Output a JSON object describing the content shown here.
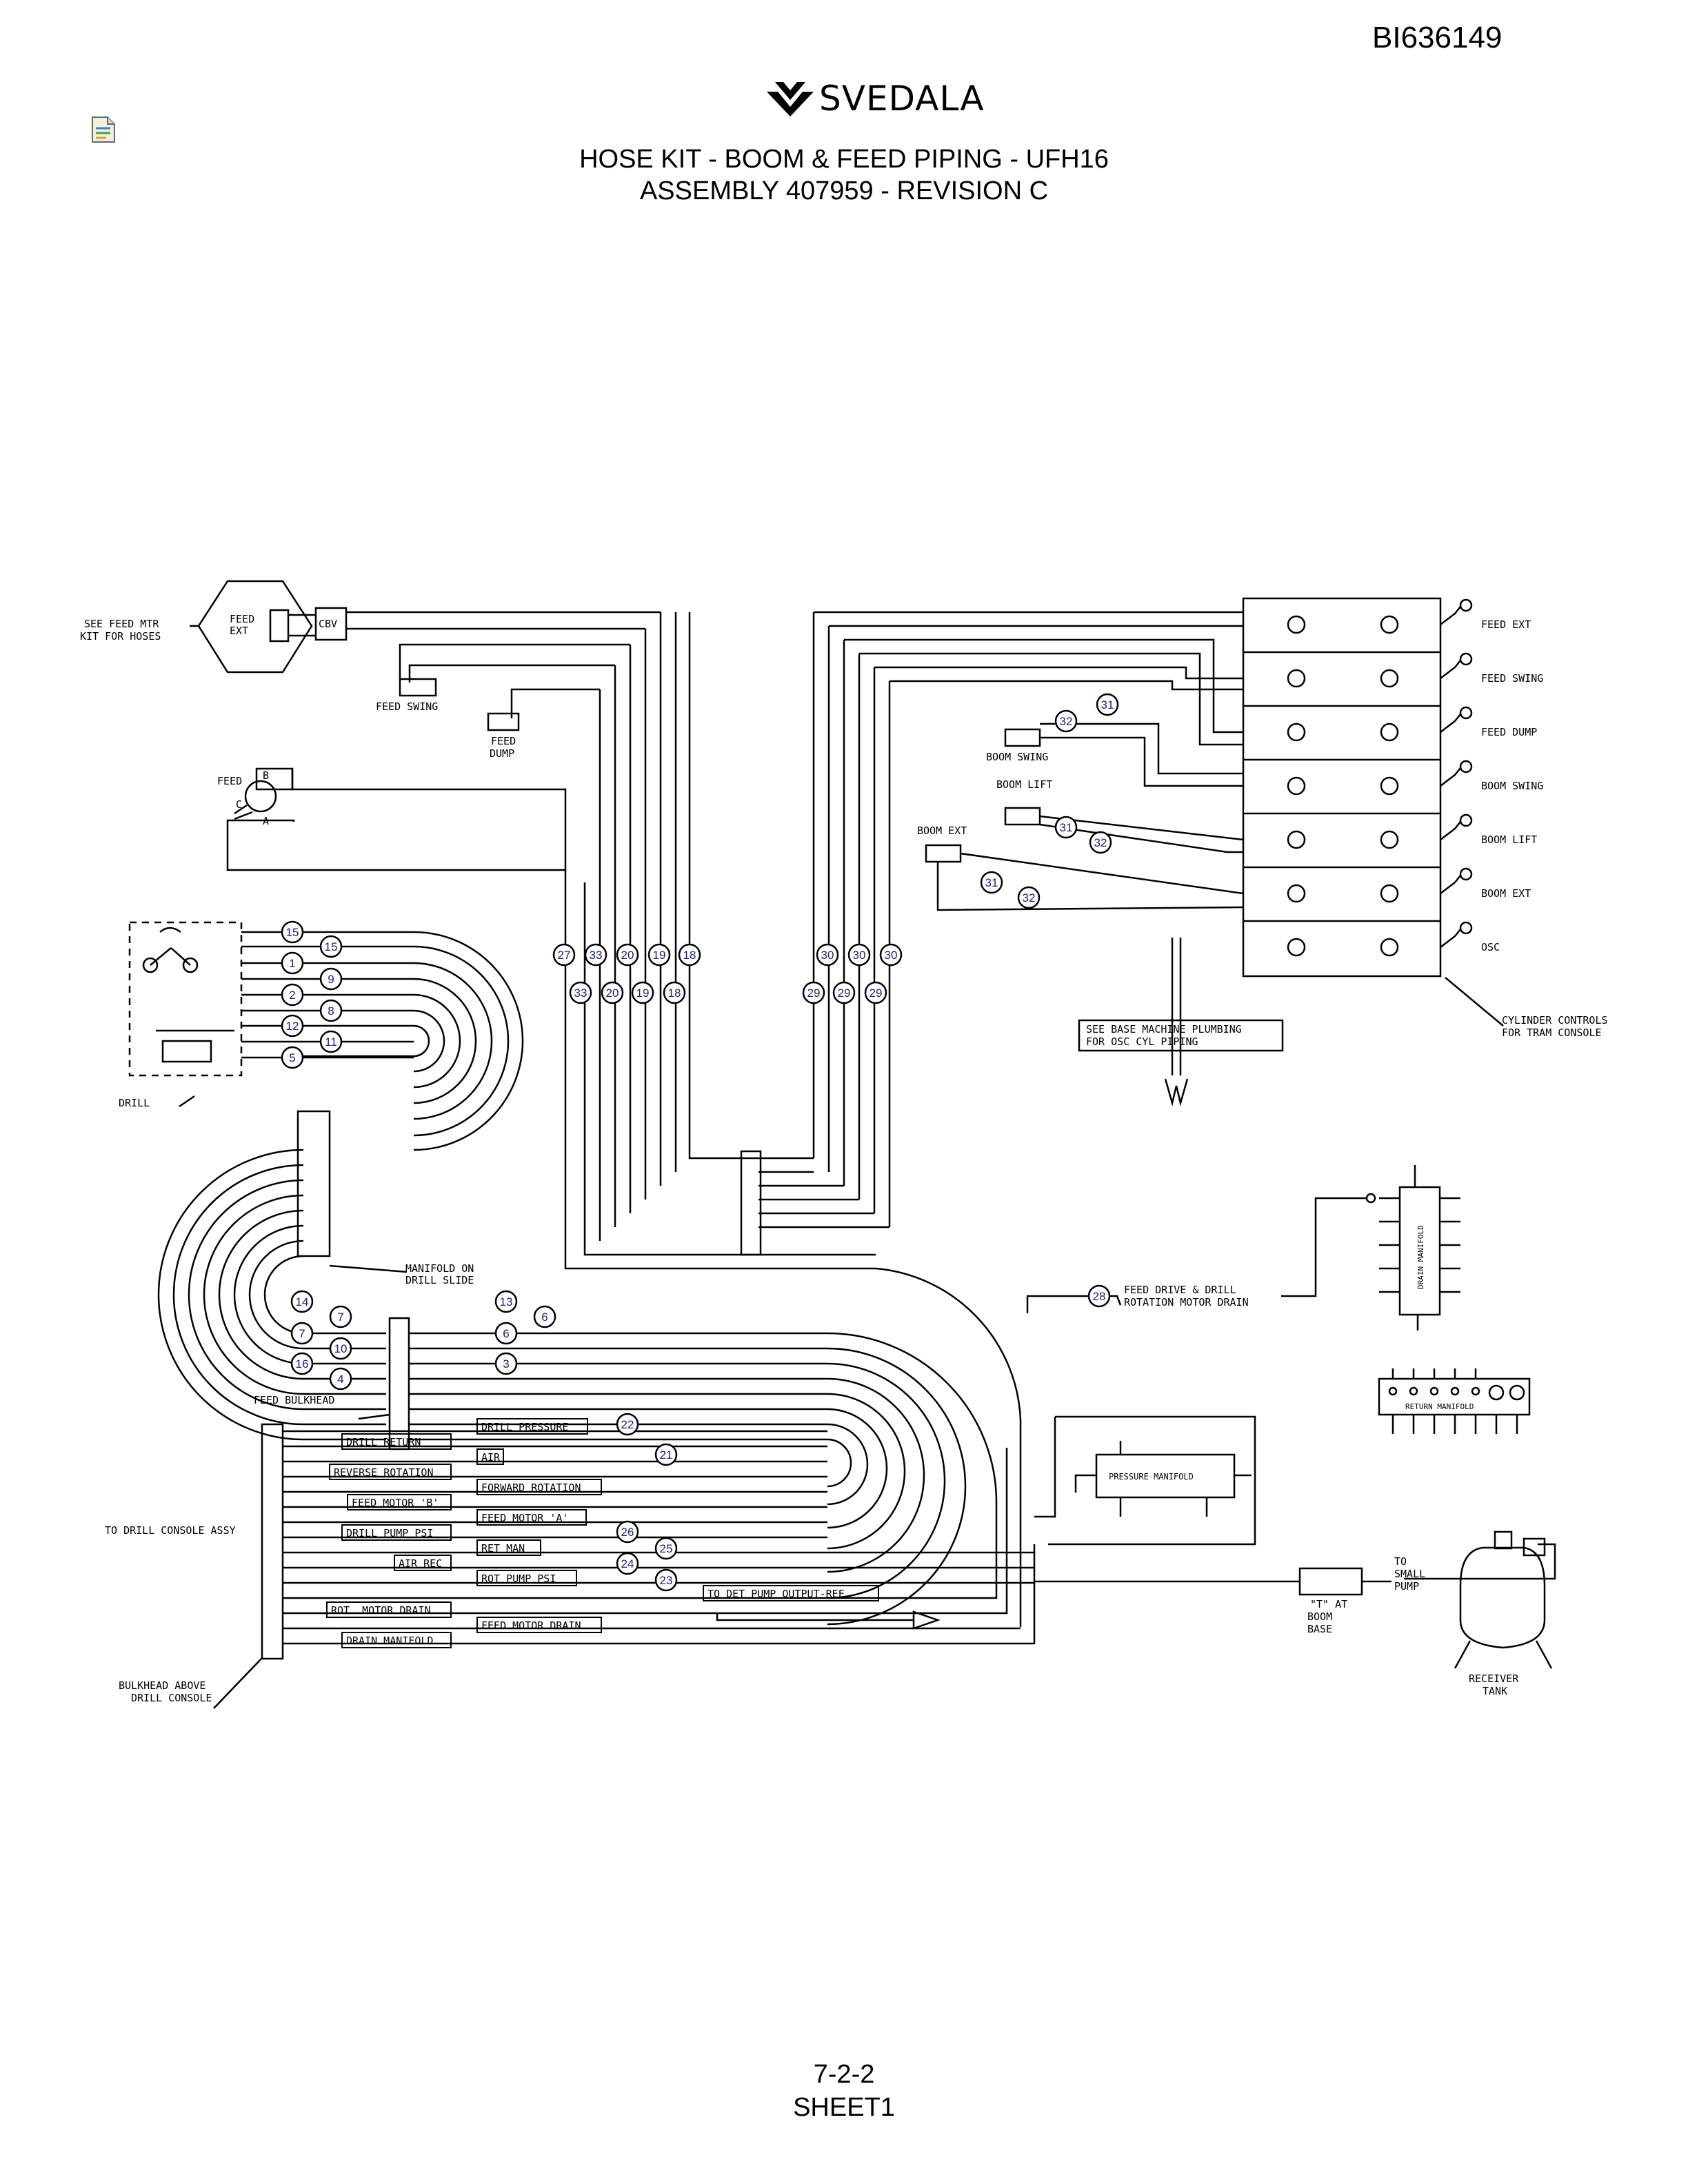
{
  "doc_id": "BI636149",
  "brand": {
    "name": "SVEDALA",
    "logo_icon": "svedala-chevron-logo"
  },
  "title": {
    "line1": "HOSE KIT - BOOM & FEED PIPING - UFH16",
    "line2": "ASSEMBLY 407959 - REVISION C"
  },
  "footer": {
    "page": "7-2-2",
    "sheet": "SHEET1"
  },
  "icons": {
    "document": "document-icon"
  },
  "colors": {
    "line": "#000000",
    "balloon_text": "#1a237e"
  },
  "diagram": {
    "labels": {
      "see_feed_mtr_1": "SEE FEED MTR",
      "see_feed_mtr_2": "KIT FOR HOSES",
      "feed_ext_motor_1": "FEED",
      "feed_ext_motor_2": "EXT",
      "cbv": "CBV",
      "feed_swing_cyl": "FEED SWING",
      "feed_dump_cyl_1": "FEED",
      "feed_dump_cyl_2": "DUMP",
      "feed_motor": "FEED",
      "port_b": "B",
      "port_a": "A",
      "port_c": "C",
      "boom_swing_cyl": "BOOM SWING",
      "boom_lift_cyl": "BOOM LIFT",
      "boom_ext_cyl": "BOOM EXT",
      "drill": "DRILL",
      "manifold_on_1": "MANIFOLD ON",
      "manifold_on_2": "DRILL SLIDE",
      "feed_bulkhead": "FEED BULKHEAD",
      "to_drill_console": "TO DRILL CONSOLE ASSY",
      "bulkhead_above_1": "BULKHEAD ABOVE",
      "bulkhead_above_2": "DRILL CONSOLE",
      "cyl_controls_1": "CYLINDER CONTROLS",
      "cyl_controls_2": "FOR TRAM CONSOLE",
      "see_base_1": "SEE BASE MACHINE PLUMBING",
      "see_base_2": "FOR OSC CYL PIPING",
      "feed_drive_1": "FEED DRIVE & DRILL",
      "feed_drive_2": "ROTATION MOTOR DRAIN",
      "drain_manifold_box": "DRAIN MANIFOLD",
      "return_manifold": "RETURN MANIFOLD",
      "pressure_manifold": "PRESSURE MANIFOLD",
      "to_small_pump_1": "TO",
      "to_small_pump_2": "SMALL",
      "to_small_pump_3": "PUMP",
      "t_at_boom_1": "\"T\" AT",
      "t_at_boom_2": "BOOM",
      "t_at_boom_3": "BASE",
      "receiver_1": "RECEIVER",
      "receiver_2": "TANK"
    },
    "controls": [
      "FEED EXT",
      "FEED SWING",
      "FEED DUMP",
      "BOOM SWING",
      "BOOM LIFT",
      "BOOM EXT",
      "OSC"
    ],
    "console_lines": [
      "DRILL PRESSURE",
      "DRILL RETURN",
      "AIR",
      "REVERSE ROTATION",
      "FORWARD ROTATION",
      "FEED MOTOR 'B'",
      "FEED MOTOR 'A'",
      "DRILL PUMP PSI",
      "RET MAN",
      "AIR REC",
      "ROT PUMP PSI",
      "TO DET PUMP OUTPUT-REF",
      "ROT. MOTOR DRAIN",
      "FEED MOTOR DRAIN",
      "DRAIN MANIFOLD"
    ],
    "balloons": [
      "15",
      "15",
      "1",
      "9",
      "2",
      "8",
      "12",
      "11",
      "5",
      "27",
      "33",
      "20",
      "19",
      "18",
      "33",
      "20",
      "19",
      "18",
      "30",
      "30",
      "30",
      "29",
      "29",
      "29",
      "31",
      "32",
      "31",
      "32",
      "31",
      "32",
      "14",
      "7",
      "7",
      "10",
      "16",
      "4",
      "13",
      "6",
      "6",
      "3",
      "28",
      "22",
      "21",
      "26",
      "25",
      "24",
      "23"
    ]
  }
}
